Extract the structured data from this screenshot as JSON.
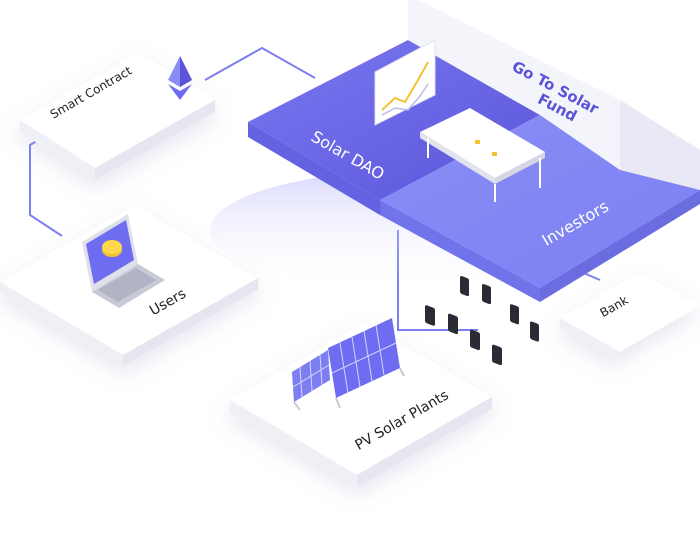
{
  "nodes": {
    "smart_contract": {
      "label": "Smart Contract",
      "icon": "ethereum-icon"
    },
    "users": {
      "label": "Users",
      "icon": "laptop-icon"
    },
    "solar_dao": {
      "label": "Solar DAO",
      "icon": "meeting-table-icon"
    },
    "investors": {
      "label": "Investors"
    },
    "bank": {
      "label": "Bank"
    },
    "pv_plants": {
      "label": "PV Solar Plants",
      "icon": "solar-panel-icon"
    }
  },
  "banner": {
    "line1": "Go To Solar",
    "line2": "Fund",
    "icon": "growth-chart-icon"
  },
  "colors": {
    "accent": "#6e6cf0",
    "accent_light": "#8a8df5",
    "accent_dark": "#5a55d6",
    "tile": "#ffffff",
    "tile_side": "#eeeef5",
    "text": "#222222",
    "coin": "#f2c230"
  }
}
